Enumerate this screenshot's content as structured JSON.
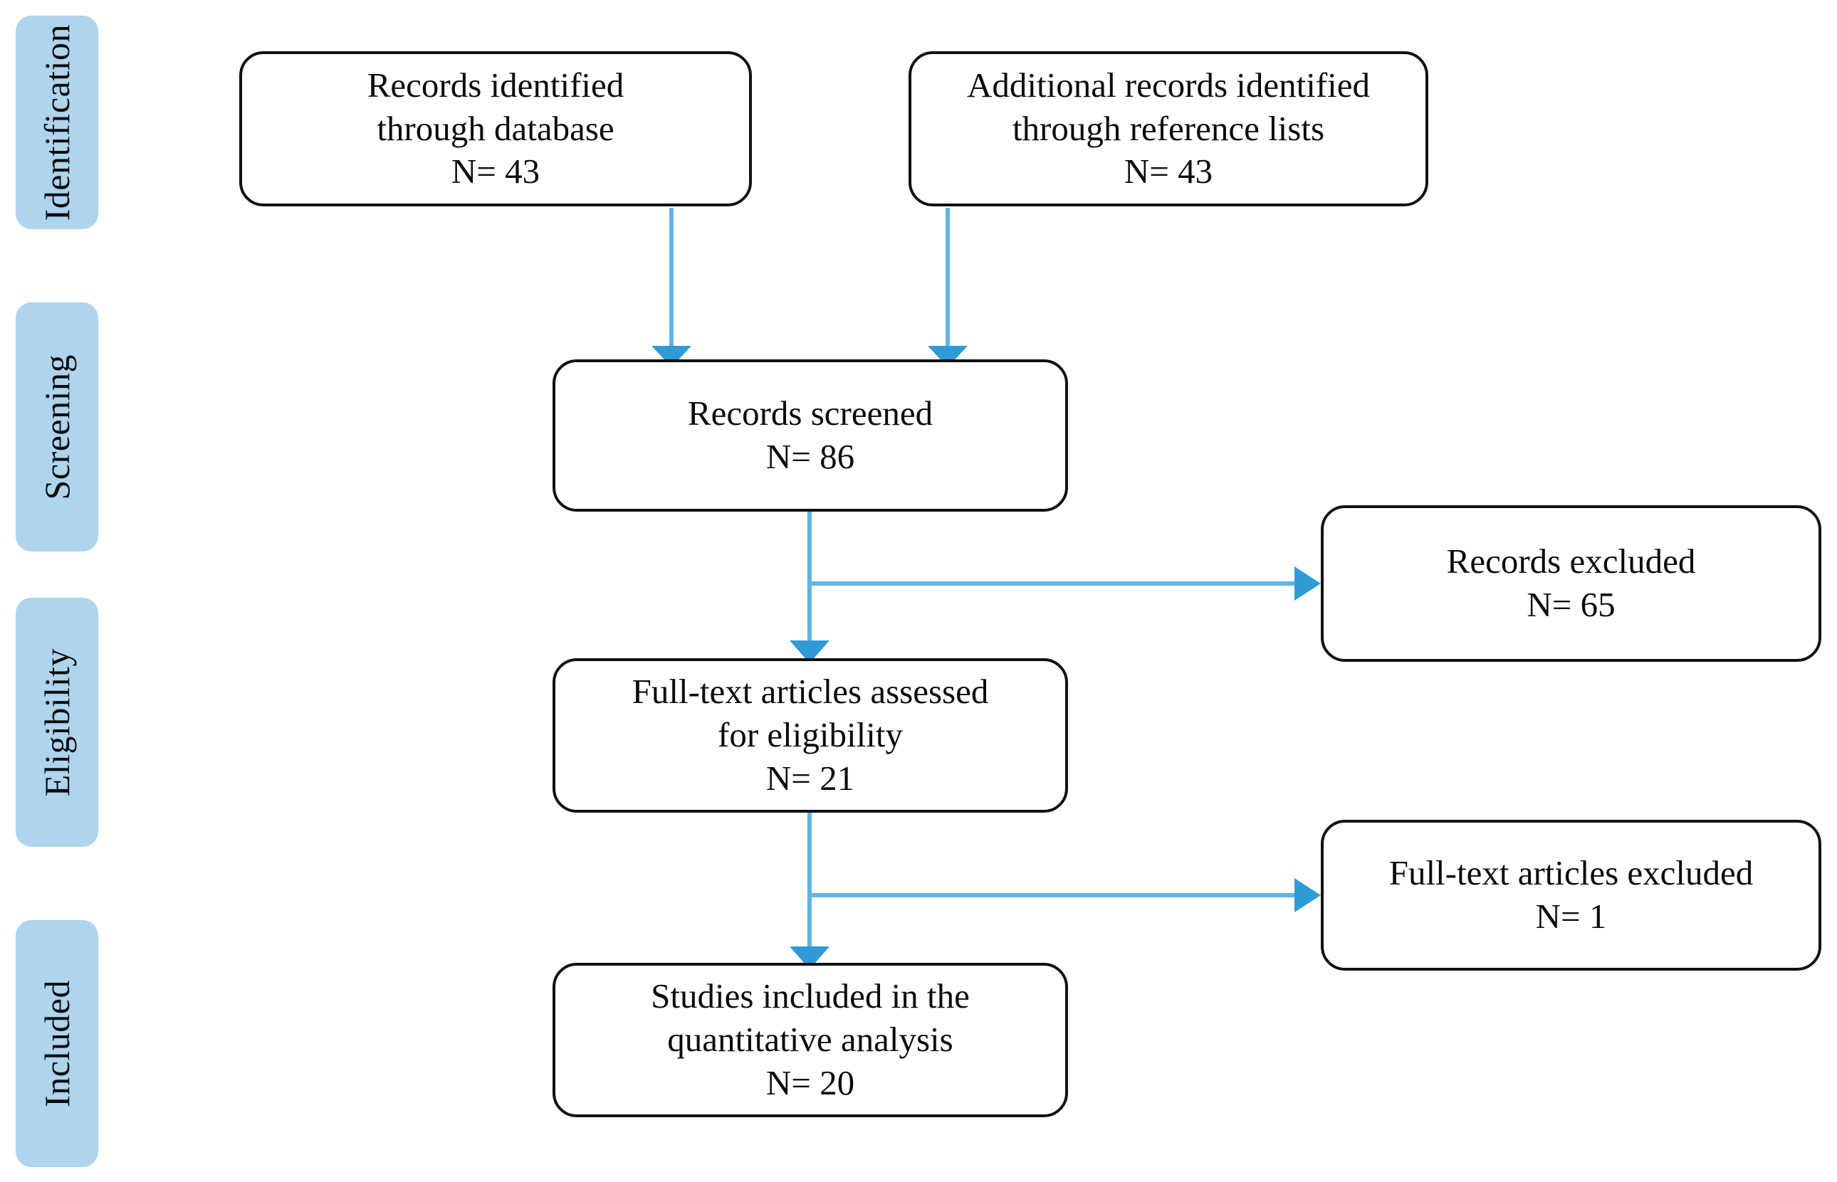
{
  "diagram": {
    "type": "prisma-flow-diagram",
    "title": "",
    "accent_color": "#3e9fd8",
    "stage_label_color": "#aed4ee",
    "box_border_color": "#111111",
    "background_color": "#ffffff"
  },
  "stages": [
    {
      "id": "identification",
      "label": "Identification"
    },
    {
      "id": "screening",
      "label": "Screening"
    },
    {
      "id": "eligibility",
      "label": "Eligibility"
    },
    {
      "id": "included",
      "label": "Included"
    }
  ],
  "boxes": {
    "records_identified_database": {
      "line1": "Records identified",
      "line2": "through database",
      "line3": "N= 43"
    },
    "records_identified_reference": {
      "line1": "Additional records identified",
      "line2": "through reference lists",
      "line3": "N= 43"
    },
    "records_screened": {
      "line1": "Records screened",
      "line2": "N= 86"
    },
    "records_excluded": {
      "line1": "Records excluded",
      "line2": "N= 65"
    },
    "fulltext_assessed": {
      "line1": "Full-text articles assessed",
      "line2": "for eligibility",
      "line3": "N= 21"
    },
    "fulltext_excluded": {
      "line1": "Full-text articles excluded",
      "line2": "N= 1"
    },
    "studies_included": {
      "line1": "Studies included in the",
      "line2": "quantitative analysis",
      "line3": "N= 20"
    }
  },
  "chart_data": {
    "type": "diagram",
    "flow": [
      {
        "node": "Records identified through database",
        "n": 43,
        "stage": "Identification"
      },
      {
        "node": "Additional records identified through reference lists",
        "n": 43,
        "stage": "Identification"
      },
      {
        "node": "Records screened",
        "n": 86,
        "stage": "Screening"
      },
      {
        "node": "Records excluded",
        "n": 65,
        "stage": "Screening"
      },
      {
        "node": "Full-text articles assessed for eligibility",
        "n": 21,
        "stage": "Eligibility"
      },
      {
        "node": "Full-text articles excluded",
        "n": 1,
        "stage": "Eligibility"
      },
      {
        "node": "Studies included in the quantitative analysis",
        "n": 20,
        "stage": "Included"
      }
    ],
    "edges": [
      {
        "from": "Records identified through database",
        "to": "Records screened"
      },
      {
        "from": "Additional records identified through reference lists",
        "to": "Records screened"
      },
      {
        "from": "Records screened",
        "to": "Full-text articles assessed for eligibility"
      },
      {
        "from": "Records screened",
        "to": "Records excluded"
      },
      {
        "from": "Full-text articles assessed for eligibility",
        "to": "Studies included in the quantitative analysis"
      },
      {
        "from": "Full-text articles assessed for eligibility",
        "to": "Full-text articles excluded"
      }
    ]
  }
}
